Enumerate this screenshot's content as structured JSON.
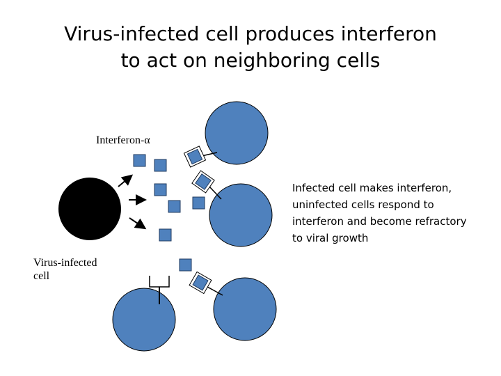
{
  "title": {
    "line1": "Virus-infected cell produces interferon",
    "line2": "to act on neighboring cells"
  },
  "labels": {
    "interferon": "Interferon-α",
    "infected_cell_line1": "Virus-infected",
    "infected_cell_line2": "cell"
  },
  "description": {
    "line1": "Infected cell makes interferon,",
    "line2": "uninfected cells respond to",
    "line3": "interferon and become refractory",
    "line4": "to viral growth"
  },
  "colors": {
    "cell_blue": "#4f81bd",
    "infected_cell": "#000000",
    "molecule_blue": "#4f81bd"
  }
}
